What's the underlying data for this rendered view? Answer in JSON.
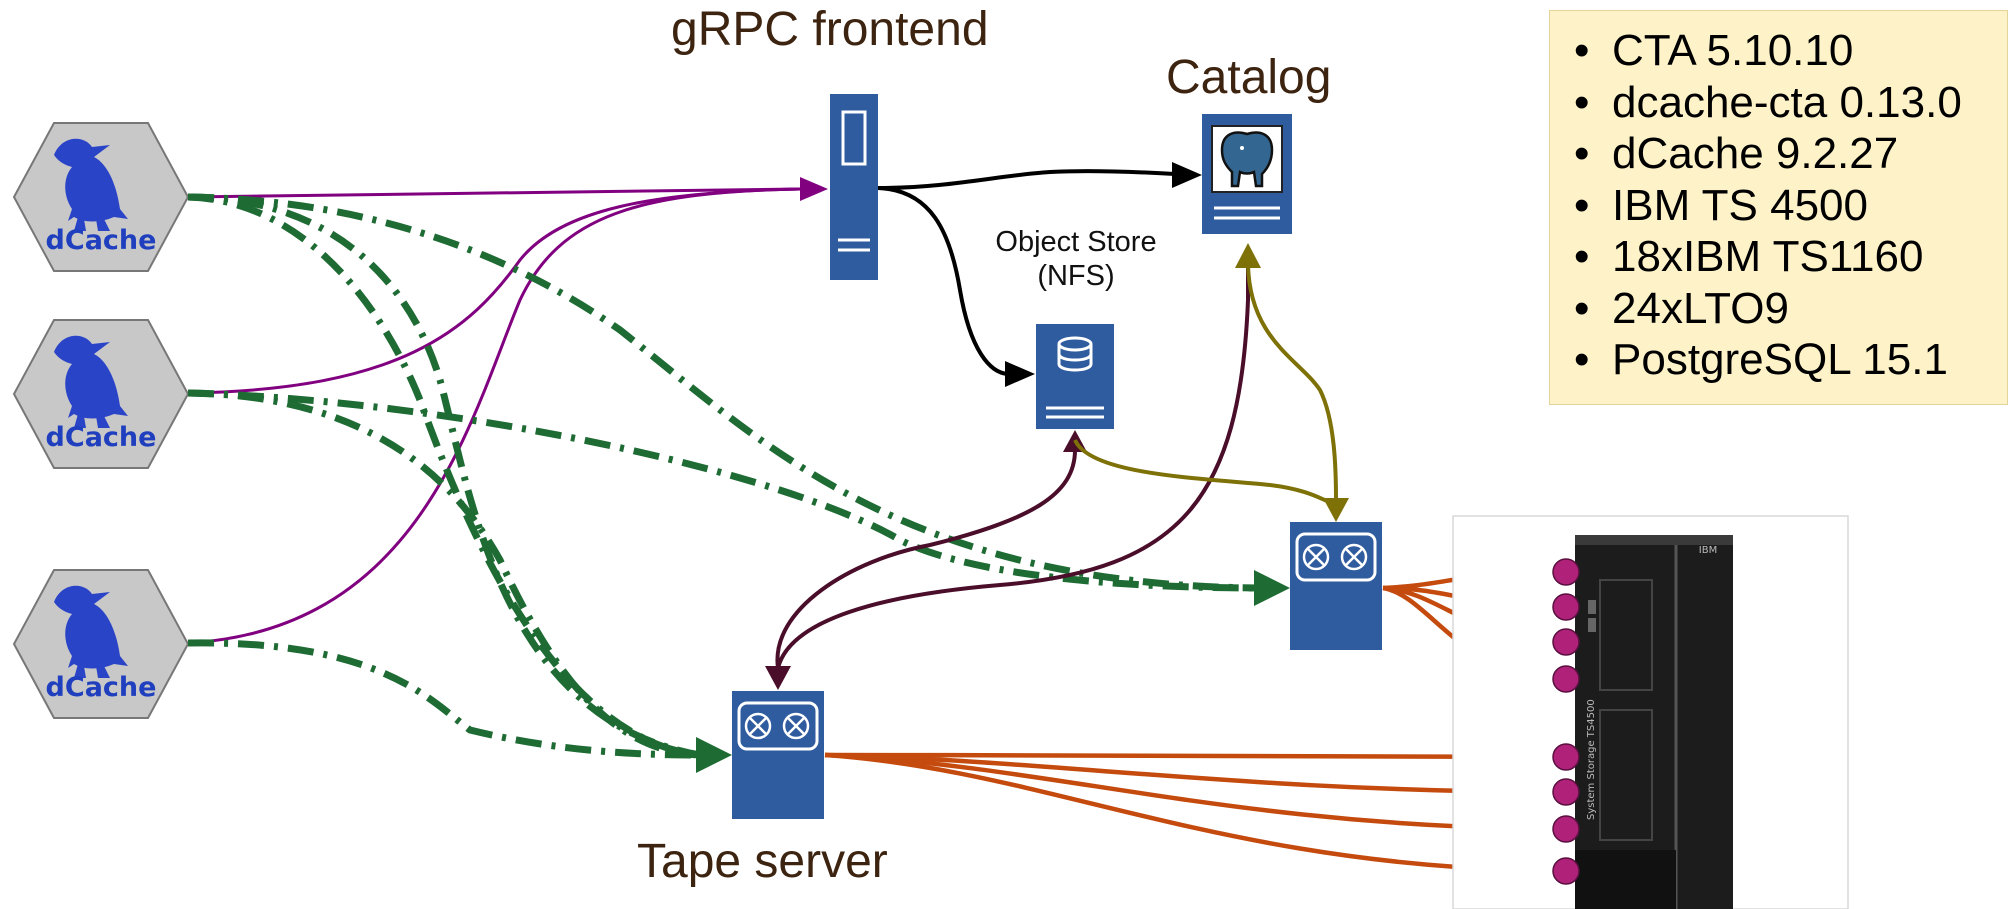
{
  "nodes": {
    "dcache_label": "dCache",
    "grpc_frontend": "gRPC frontend",
    "catalog": "Catalog",
    "object_store_line1": "Object Store",
    "object_store_line2": "(NFS)",
    "tape_server": "Tape server",
    "library_brand": "IBM",
    "library_model": "System Storage TS4500"
  },
  "info": {
    "items": [
      "CTA 5.10.10",
      "dcache-cta 0.13.0",
      "dCache 9.2.27",
      "IBM TS 4500",
      "18xIBM TS1160",
      "24xLTO9",
      "PostgreSQL 15.1"
    ]
  },
  "colors": {
    "server_blue": "#2f5b9f",
    "dcache_blue": "#1f3fbf",
    "hexagon_fill": "#c8c8c8",
    "purple_link": "#800080",
    "green_link": "#1e6b34",
    "black_link": "#000000",
    "maroon_link": "#4a0e2a",
    "olive_link": "#7d7108",
    "orange_link": "#c44a0e",
    "info_background": "#fdf2c8",
    "label_brown": "#3d2410"
  }
}
